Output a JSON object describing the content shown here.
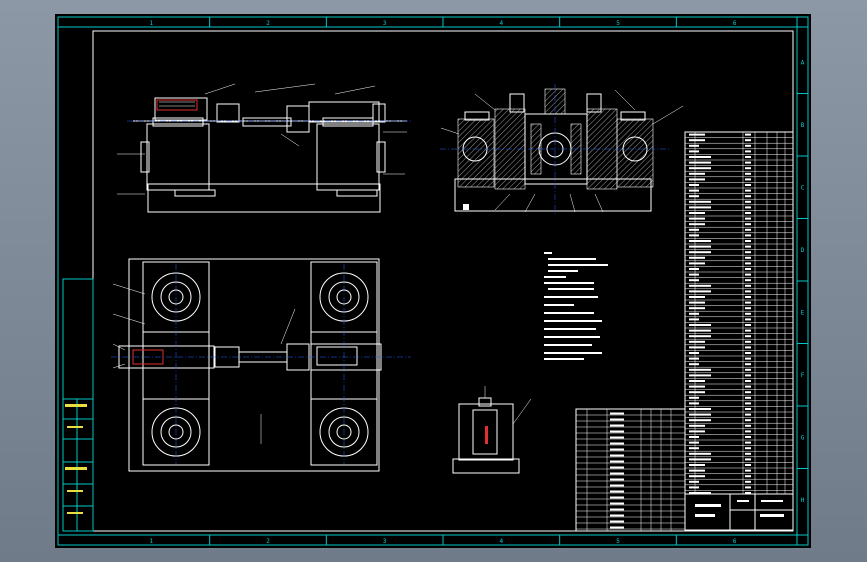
{
  "drawing": {
    "frame_color": "#00c8c8",
    "line_color": "#ffffff",
    "zone_labels_top": [
      "1",
      "2",
      "3",
      "4",
      "5",
      "6"
    ],
    "zone_labels_bottom": [
      "1",
      "2",
      "3",
      "4",
      "5",
      "6"
    ],
    "zone_labels_right": [
      "A",
      "B",
      "C",
      "D",
      "E",
      "F",
      "G",
      "H"
    ]
  }
}
